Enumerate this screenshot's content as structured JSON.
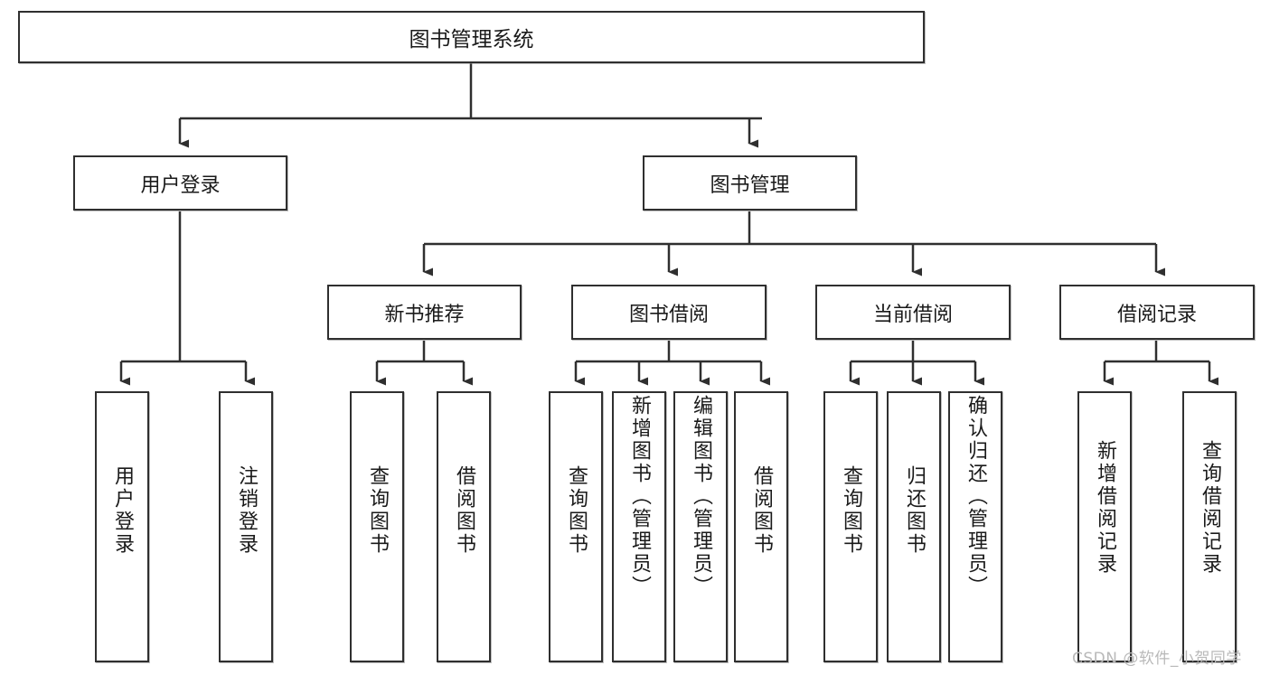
{
  "diagram": {
    "type": "hierarchy-tree",
    "title": "图书管理系统",
    "root": {
      "id": "root",
      "label": "图书管理系统"
    },
    "level2": [
      {
        "id": "user-login",
        "label": "用户登录"
      },
      {
        "id": "book-manage",
        "label": "图书管理"
      }
    ],
    "level3": [
      {
        "id": "new-book-recommend",
        "label": "新书推荐",
        "parent": "book-manage"
      },
      {
        "id": "book-borrow",
        "label": "图书借阅",
        "parent": "book-manage"
      },
      {
        "id": "current-borrow",
        "label": "当前借阅",
        "parent": "book-manage"
      },
      {
        "id": "borrow-record",
        "label": "借阅记录",
        "parent": "book-manage"
      }
    ],
    "leaves": [
      {
        "id": "leaf-user-login",
        "label": "用户登录",
        "parent": "user-login"
      },
      {
        "id": "leaf-logout",
        "label": "注销登录",
        "parent": "user-login"
      },
      {
        "id": "leaf-query-book-1",
        "label": "查询图书",
        "parent": "new-book-recommend"
      },
      {
        "id": "leaf-borrow-book-1",
        "label": "借阅图书",
        "parent": "new-book-recommend"
      },
      {
        "id": "leaf-query-book-2",
        "label": "查询图书",
        "parent": "book-borrow"
      },
      {
        "id": "leaf-add-book",
        "label": "新增图书（管理员）",
        "parent": "book-borrow"
      },
      {
        "id": "leaf-edit-book",
        "label": "编辑图书（管理员）",
        "parent": "book-borrow"
      },
      {
        "id": "leaf-borrow-book-2",
        "label": "借阅图书",
        "parent": "book-borrow"
      },
      {
        "id": "leaf-query-book-3",
        "label": "查询图书",
        "parent": "current-borrow"
      },
      {
        "id": "leaf-return-book",
        "label": "归还图书",
        "parent": "current-borrow"
      },
      {
        "id": "leaf-confirm-return",
        "label": "确认归还（管理员）",
        "parent": "current-borrow"
      },
      {
        "id": "leaf-add-record",
        "label": "新增借阅记录",
        "parent": "borrow-record"
      },
      {
        "id": "leaf-query-record",
        "label": "查询借阅记录",
        "parent": "borrow-record"
      }
    ],
    "colors": {
      "stroke": "#2f2f2f",
      "fill": "#ffffff",
      "text": "#1a1a1a",
      "watermark": "#b9b9b9"
    }
  },
  "watermark": {
    "text": "CSDN @软件_小贺同学"
  }
}
